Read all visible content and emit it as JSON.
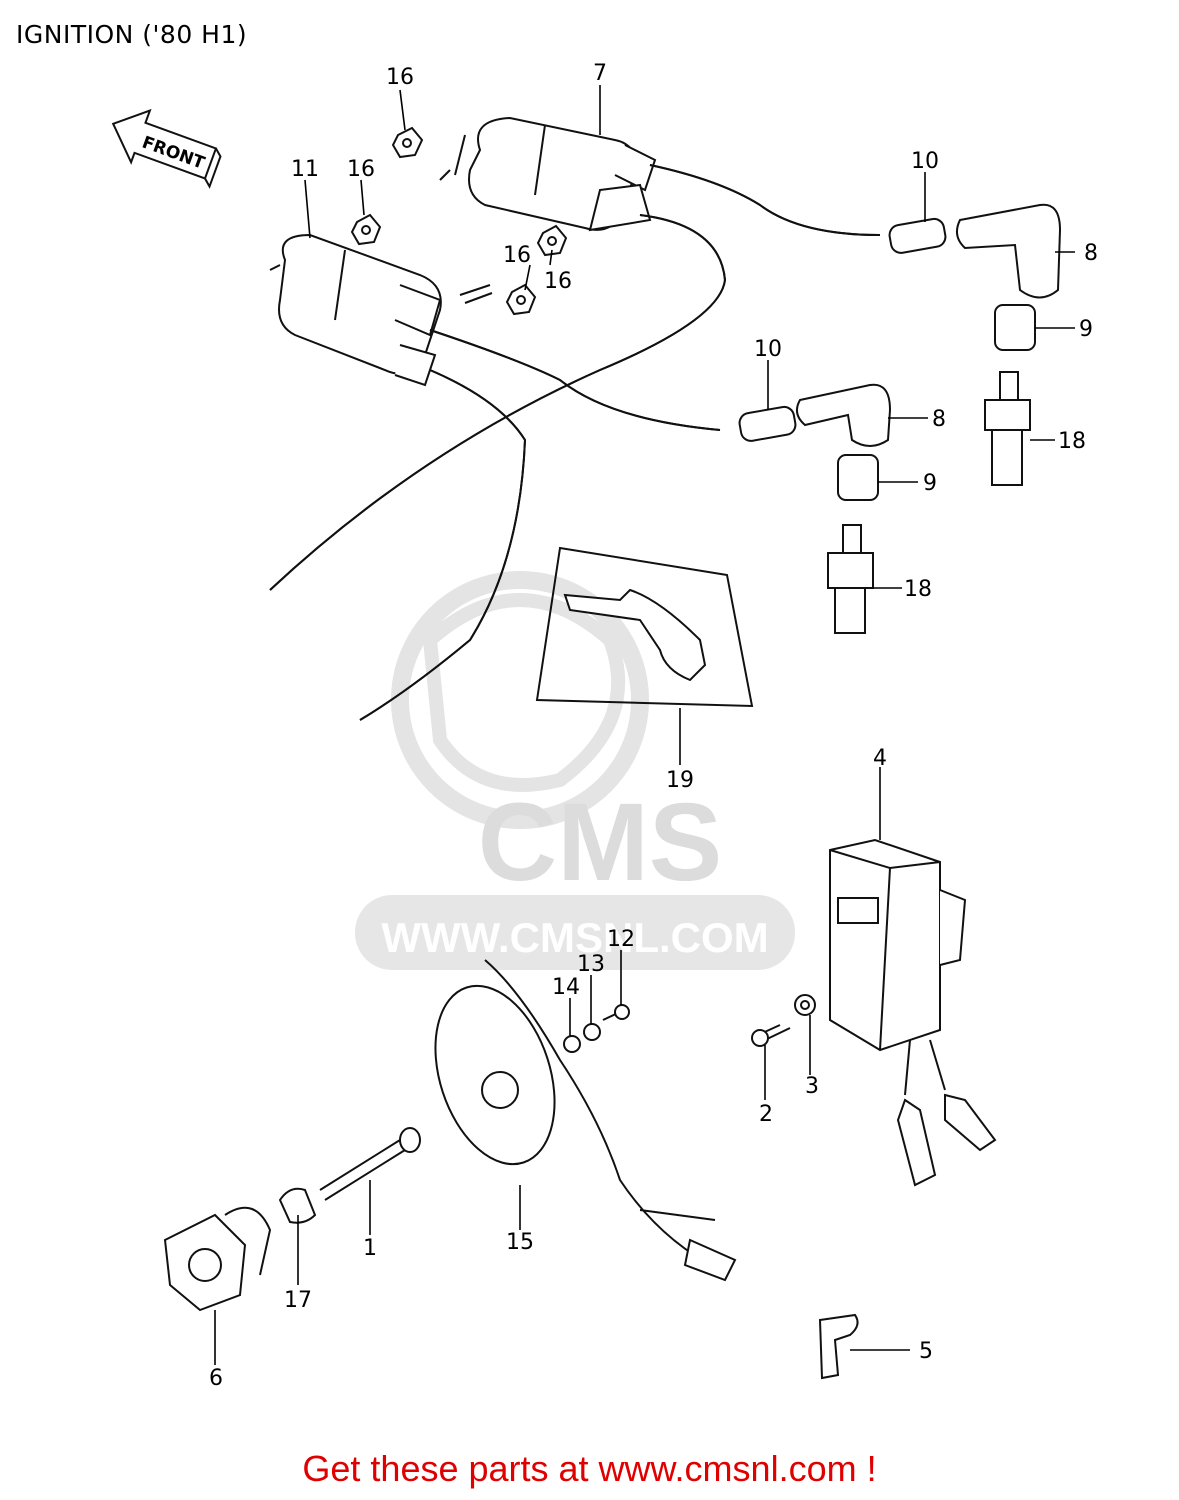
{
  "page": {
    "title": "IGNITION ('80 H1)",
    "footer_cta": "Get these parts at www.cmsnl.com !"
  },
  "diagram": {
    "front_marker": "FRONT",
    "watermark": {
      "brand": "CMS",
      "url": "WWW.CMSNL.COM"
    },
    "callouts": [
      {
        "id": "c16a",
        "label": "16"
      },
      {
        "id": "c7",
        "label": "7"
      },
      {
        "id": "c11",
        "label": "11"
      },
      {
        "id": "c16b",
        "label": "16"
      },
      {
        "id": "c10a",
        "label": "10"
      },
      {
        "id": "c8a",
        "label": "8"
      },
      {
        "id": "c16c",
        "label": "16"
      },
      {
        "id": "c16d",
        "label": "16"
      },
      {
        "id": "c9a",
        "label": "9"
      },
      {
        "id": "c10b",
        "label": "10"
      },
      {
        "id": "c18a",
        "label": "18"
      },
      {
        "id": "c8b",
        "label": "8"
      },
      {
        "id": "c9b",
        "label": "9"
      },
      {
        "id": "c18b",
        "label": "18"
      },
      {
        "id": "c19",
        "label": "19"
      },
      {
        "id": "c4",
        "label": "4"
      },
      {
        "id": "c12",
        "label": "12"
      },
      {
        "id": "c13",
        "label": "13"
      },
      {
        "id": "c14",
        "label": "14"
      },
      {
        "id": "c3",
        "label": "3"
      },
      {
        "id": "c2",
        "label": "2"
      },
      {
        "id": "c1",
        "label": "1"
      },
      {
        "id": "c15",
        "label": "15"
      },
      {
        "id": "c17",
        "label": "17"
      },
      {
        "id": "c6",
        "label": "6"
      },
      {
        "id": "c5",
        "label": "5"
      }
    ]
  }
}
